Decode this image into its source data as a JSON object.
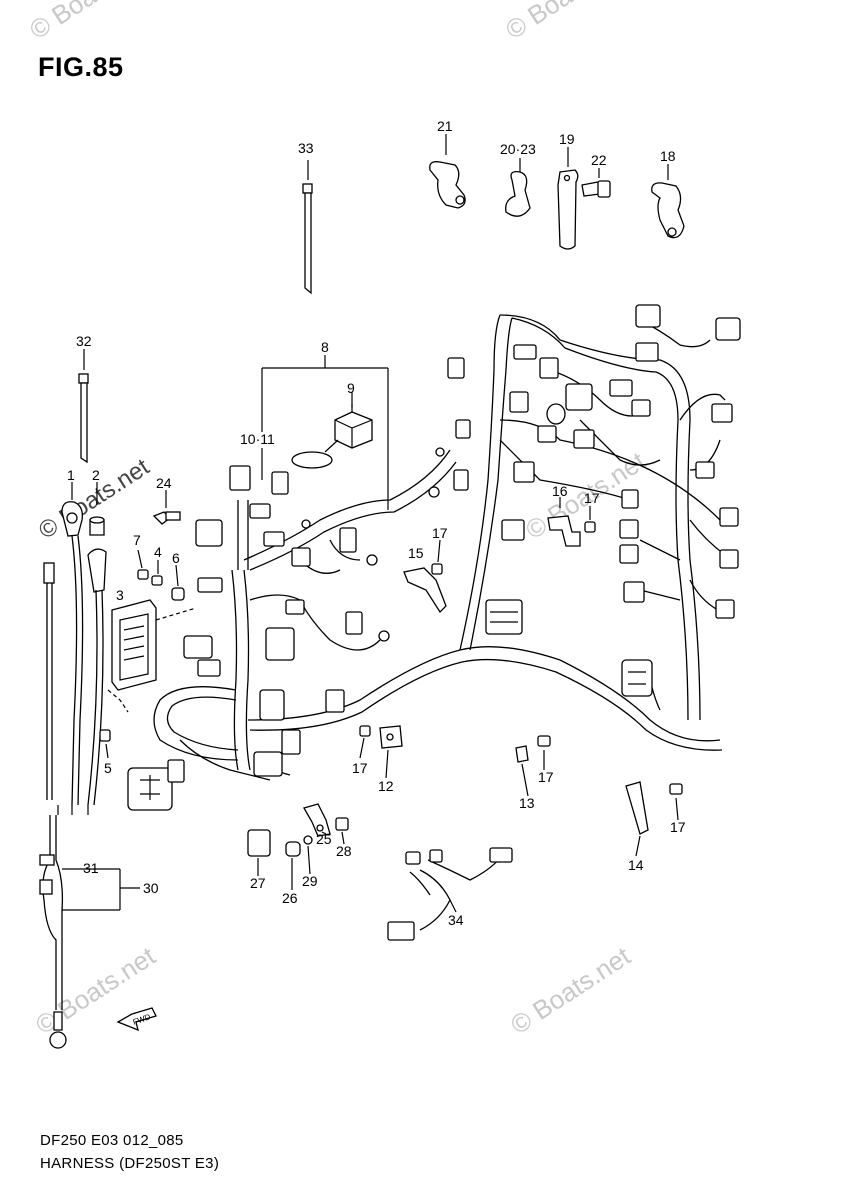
{
  "figure": {
    "title": "FIG.85",
    "footer_code": "DF250 E03 012_085",
    "footer_caption": "HARNESS (DF250ST E3)"
  },
  "watermarks": {
    "text": "© Boats.net"
  },
  "fwd_label": "FWD",
  "callouts": {
    "c1": "1",
    "c2": "2",
    "c3": "3",
    "c4": "4",
    "c5": "5",
    "c6": "6",
    "c7": "7",
    "c8": "8",
    "c9": "9",
    "c10_11": "10·11",
    "c12": "12",
    "c13": "13",
    "c14": "14",
    "c15": "15",
    "c16": "16",
    "c17a": "17",
    "c17b": "17",
    "c17c": "17",
    "c17d": "17",
    "c17e": "17",
    "c18": "18",
    "c19": "19",
    "c20_23": "20·23",
    "c21": "21",
    "c22": "22",
    "c24": "24",
    "c25": "25",
    "c26": "26",
    "c27": "27",
    "c28": "28",
    "c29": "29",
    "c30": "30",
    "c31": "31",
    "c32": "32",
    "c33": "33",
    "c34": "34"
  }
}
